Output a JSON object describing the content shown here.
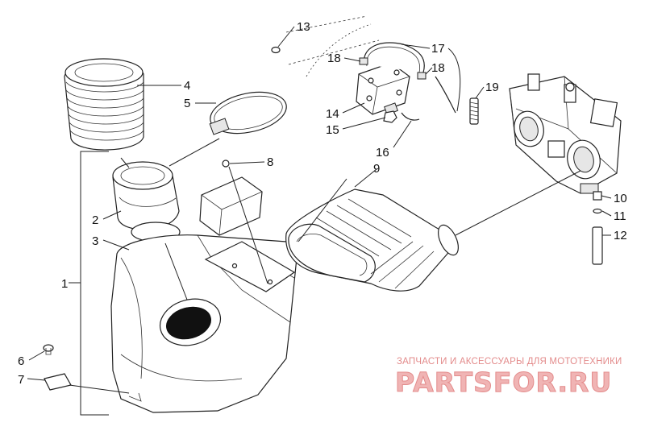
{
  "callouts": [
    {
      "id": "1",
      "label": "1"
    },
    {
      "id": "2",
      "label": "2"
    },
    {
      "id": "3",
      "label": "3"
    },
    {
      "id": "4",
      "label": "4"
    },
    {
      "id": "5",
      "label": "5"
    },
    {
      "id": "6",
      "label": "6"
    },
    {
      "id": "7",
      "label": "7"
    },
    {
      "id": "8",
      "label": "8"
    },
    {
      "id": "9",
      "label": "9"
    },
    {
      "id": "10",
      "label": "10"
    },
    {
      "id": "11",
      "label": "11"
    },
    {
      "id": "12",
      "label": "12"
    },
    {
      "id": "13",
      "label": "13"
    },
    {
      "id": "14",
      "label": "14"
    },
    {
      "id": "15",
      "label": "15"
    },
    {
      "id": "16",
      "label": "16"
    },
    {
      "id": "17",
      "label": "17"
    },
    {
      "id": "18a",
      "label": "18"
    },
    {
      "id": "18b",
      "label": "18"
    },
    {
      "id": "19",
      "label": "19"
    }
  ],
  "watermark": {
    "tagline": "ЗАПЧАСТИ И АКСЕССУАРЫ ДЛЯ МОТОТЕХНИКИ",
    "logo": "PARTSFOR.RU"
  }
}
